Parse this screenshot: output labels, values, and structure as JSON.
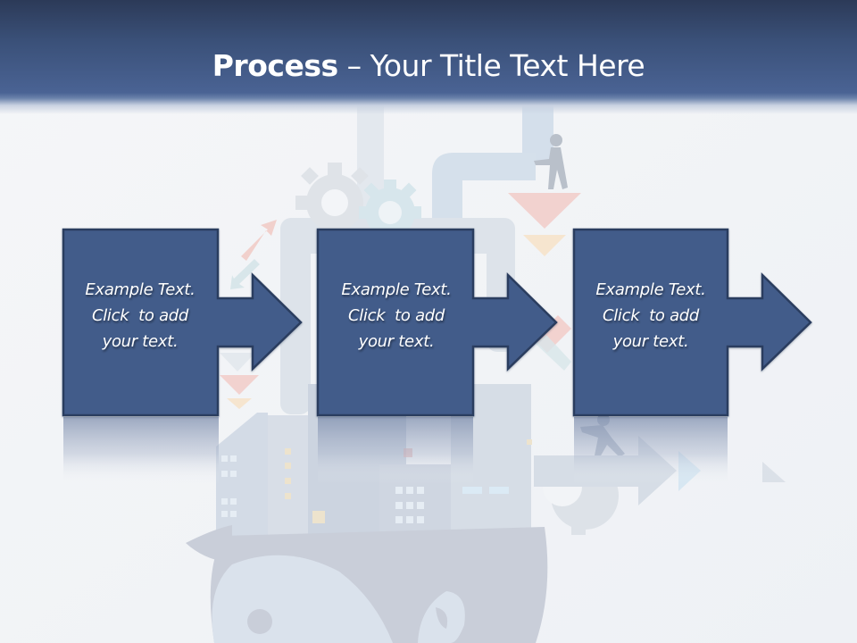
{
  "slide": {
    "title_bold": "Process",
    "title_rest": " – Your Title Text Here",
    "colors": {
      "header_top": "#2c3a58",
      "header_bottom": "#4a6394",
      "box_fill": "#435c8a",
      "box_border": "#2b3d5e",
      "text": "#ffffff",
      "background": "#f2f4f7"
    }
  },
  "steps": [
    {
      "line1": "Example Text.",
      "line2": "Click  to add",
      "line3": "your text."
    },
    {
      "line1": "Example Text.",
      "line2": "Click  to add",
      "line3": "your text."
    },
    {
      "line1": "Example Text.",
      "line2": "Click  to add",
      "line3": "your text."
    }
  ],
  "background_illustration": {
    "description": "faded head with city buildings, gears, pipes, walking figures, and arrows",
    "icons": [
      "head-icon",
      "buildings-icon",
      "gear-icon",
      "pipe-icon",
      "person-walking-icon",
      "triangle-arrow-icon"
    ]
  }
}
